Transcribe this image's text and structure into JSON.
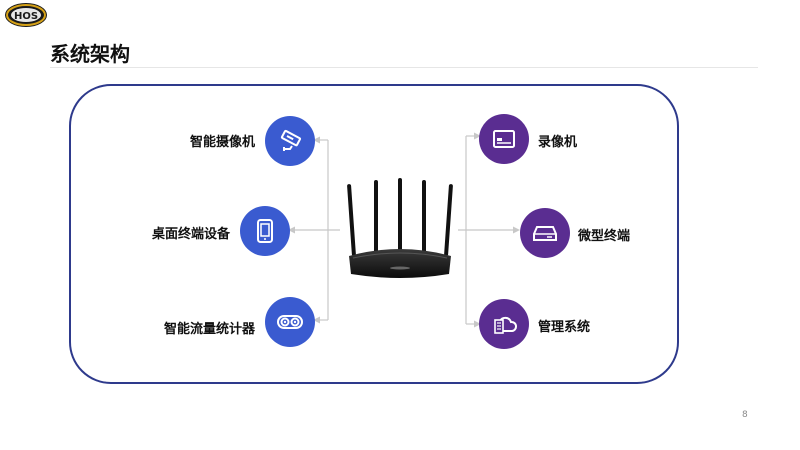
{
  "slide": {
    "title": "系统架构",
    "page_number": "8",
    "logo_text": "HOS"
  },
  "left_nodes": [
    {
      "label": "智能摄像机",
      "icon": "security-camera-icon"
    },
    {
      "label": "桌面终端设备",
      "icon": "tablet-icon"
    },
    {
      "label": "智能流量统计器",
      "icon": "dual-lens-counter-icon"
    }
  ],
  "right_nodes": [
    {
      "label": "录像机",
      "icon": "video-recorder-icon"
    },
    {
      "label": "微型终端",
      "icon": "hard-drive-icon"
    },
    {
      "label": "管理系统",
      "icon": "cloud-server-icon"
    }
  ],
  "center": {
    "icon": "wireless-router-icon"
  },
  "colors": {
    "left_icon_bg": "#3a5bd0",
    "right_icon_bg": "#5a2d91",
    "frame_border": "#2e3a8c",
    "connector": "#c8c8c8"
  }
}
